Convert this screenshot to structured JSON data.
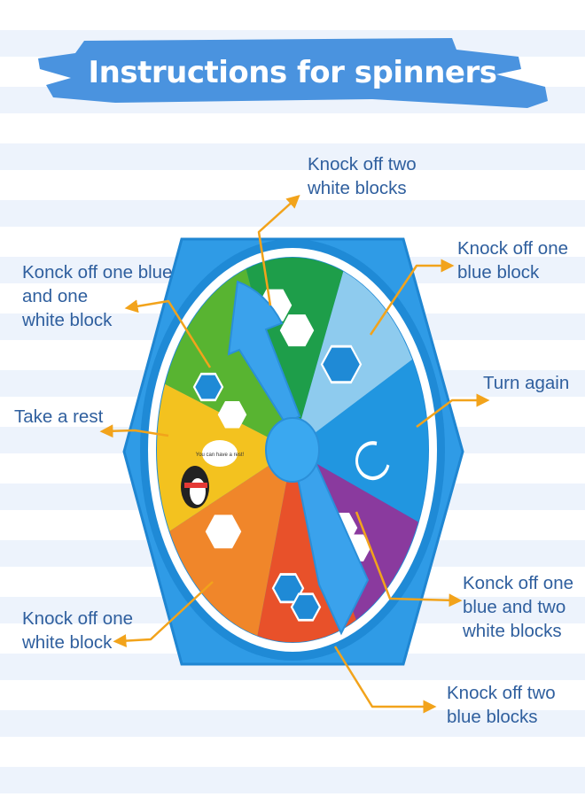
{
  "title": "Instructions for spinners",
  "colors": {
    "banner": "#4a93df",
    "arrow": "#f2a31b",
    "label": "#2f5f9e",
    "spinner_blue": "#2f9be6"
  },
  "labels": [
    {
      "id": "knock-two-white",
      "text": "Knock off two\nwhite blocks"
    },
    {
      "id": "knock-one-blue",
      "text": "Knock off one\nblue block"
    },
    {
      "id": "one-blue-one-white",
      "text": "Konck off one blue\nand one\nwhite block"
    },
    {
      "id": "turn-again",
      "text": "Turn again"
    },
    {
      "id": "take-rest",
      "text": "Take a rest"
    },
    {
      "id": "one-blue-two-white",
      "text": "Konck off one\nblue and two\nwhite blocks"
    },
    {
      "id": "one-white",
      "text": "Knock off one\nwhite block"
    },
    {
      "id": "two-blue",
      "text": "Knock off two\nblue blocks"
    }
  ],
  "penguin_bubble": "You can have a rest!"
}
